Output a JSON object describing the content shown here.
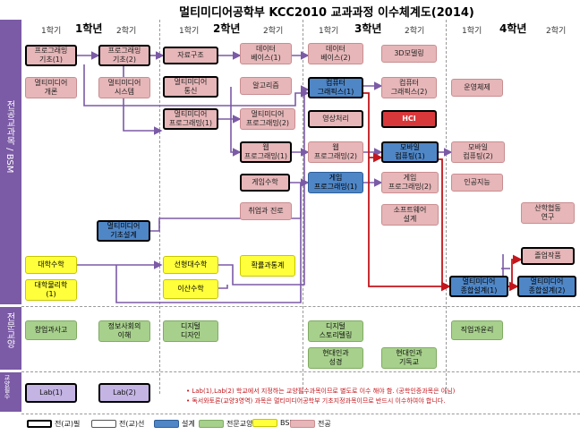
{
  "title": "멀티미디어공학부 KCC2010 교과과정 이수체계도(2014)",
  "years": [
    "1학년",
    "2학년",
    "3학년",
    "4학년"
  ],
  "semesters": {
    "s1": "1학기",
    "s2": "2학기"
  },
  "side_labels": {
    "major": "전공교과목 / BSM",
    "general": "전문교양",
    "lab": "교양필수"
  },
  "courses": {
    "prog1": "프로그래밍\n기초(1)",
    "prog2": "프로그래밍\n기초(2)",
    "mmintro": "멀티미디어\n개론",
    "mmsys": "멀티미디어\n시스템",
    "ds": "자료구조",
    "mmcomm": "멀티미디어\n통신",
    "mmprog1": "멀티미디어\n프로그래밍(1)",
    "db1": "데이터\n베이스(1)",
    "algo": "알고리즘",
    "mmprog2": "멀티미디어\n프로그래밍(2)",
    "web1": "웹\n프로그래밍(1)",
    "gamemath": "게임수학",
    "career": "취업과 진로",
    "db2": "데이터\n베이스(2)",
    "cg1": "컴퓨터\n그래픽스(1)",
    "imgproc": "영상처리",
    "web2": "웹\n프로그래밍(2)",
    "gameprog1": "게임\n프로그래밍(1)",
    "model3d": "3D모델링",
    "cg2": "컴퓨터\n그래픽스(2)",
    "hci": "HCI",
    "mobile1": "모바일\n컴퓨팅(1)",
    "gameprog2": "게임\n프로그래밍(2)",
    "swdesign": "소프트웨어\n설계",
    "os": "운영체제",
    "mobile2": "모바일\n컴퓨팅(2)",
    "ai": "인공지능",
    "coop": "산학협동\n연구",
    "capstone": "졸업작품",
    "mmdesign1": "멀티미디어\n종합설계(1)",
    "mmdesign2": "멀티미디어\n종합설계(2)",
    "mmbasic": "멀티미디어\n기초설계",
    "calc": "대학수학",
    "phys": "대학물리학\n(1)",
    "linalg": "선형대수학",
    "discrete": "이산수학",
    "prob": "확률과통계",
    "startup": "창업과사고",
    "infosoc": "정보사회의\n이해",
    "digdesign": "디지털\n디자인",
    "story": "디지털\n스토리텔링",
    "modern1": "현대인과\n성경",
    "modern2": "현대인과\n기독교",
    "ethics": "직업과윤리",
    "lab1": "Lab(1)",
    "lab2": "Lab(2)"
  },
  "notes": [
    "Lab(1),Lab(2) 학교에서 지정하는 교양필수과목이므로 별도로 이수 해야 함. (공학인증과목은 아님)",
    "독서와토론(교양3영역) 과목은 멀티미디어공학부 기초지정과목이므로 반드시 이수하여야 합니다."
  ],
  "legend": {
    "req": "전(교)필",
    "elec": "전(교)선",
    "design": "설계",
    "general": "전문교양",
    "bsm": "BSM",
    "major": "전공"
  },
  "colors": {
    "purple": "#7b5aa6",
    "red": "#c4161c",
    "pink": "#e6b6b8",
    "blue": "#4f86c6",
    "green": "#a7d08c",
    "yellow": "#ffff3b"
  }
}
